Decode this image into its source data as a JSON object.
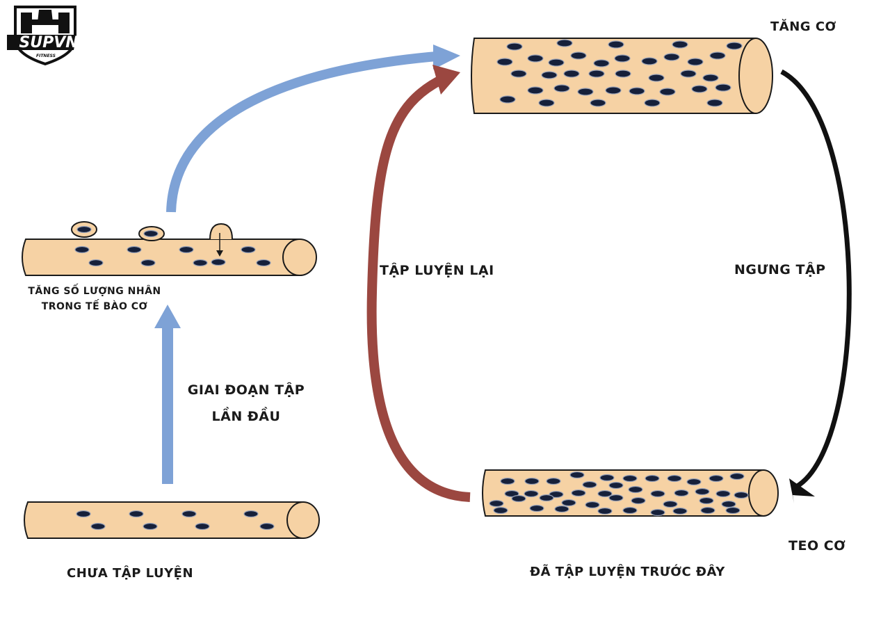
{
  "logo": {
    "text": "SUPVN",
    "subtext": "FITNESS"
  },
  "labels": {
    "muscle_growth": "TĂNG CƠ",
    "nuclei_increase_line1": "TĂNG SỐ LƯỢNG NHÂN",
    "nuclei_increase_line2": "TRONG TẾ BÀO CƠ",
    "first_training_line1": "GIAI ĐOẠN TẬP",
    "first_training_line2": "LẦN ĐẦU",
    "untrained": "CHƯA TẬP LUYỆN",
    "retraining": "TẬP LUYỆN LẠI",
    "stop_training": "NGƯNG TẬP",
    "atrophy": "TEO CƠ",
    "previously_trained": "ĐÃ TẬP LUYỆN TRƯỚC ĐÂY"
  },
  "colors": {
    "fiber_fill": "#f6d2a4",
    "fiber_stroke": "#1a1a1a",
    "nucleus_fill": "#16203a",
    "arrow_blue": "#7ea2d6",
    "arrow_red": "#9b4740",
    "arrow_black": "#111111"
  }
}
